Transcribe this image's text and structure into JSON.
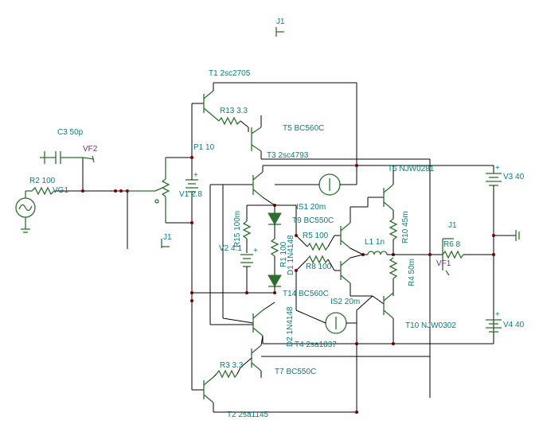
{
  "schematic": {
    "components": [
      {
        "id": "T1",
        "value": "2sc2705"
      },
      {
        "id": "R13",
        "value": "3.3"
      },
      {
        "id": "T5",
        "value": "BC560C"
      },
      {
        "id": "P1",
        "value": "10"
      },
      {
        "id": "T3",
        "value": "2sc4793"
      },
      {
        "id": "C3",
        "value": "50p"
      },
      {
        "id": "R2",
        "value": "100"
      },
      {
        "id": "V1",
        "value": "2.8"
      },
      {
        "id": "T6",
        "value": "NJW0281"
      },
      {
        "id": "V3",
        "value": "40"
      },
      {
        "id": "IS1",
        "value": "20m"
      },
      {
        "id": "T9",
        "value": "BC550C"
      },
      {
        "id": "R5",
        "value": "100"
      },
      {
        "id": "L1",
        "value": "1n"
      },
      {
        "id": "R10",
        "value": "45m"
      },
      {
        "id": "R15",
        "value": "100m"
      },
      {
        "id": "V2",
        "value": "4.1"
      },
      {
        "id": "R1",
        "value": "100"
      },
      {
        "id": "D1",
        "value": "1N4148"
      },
      {
        "id": "R8",
        "value": "100"
      },
      {
        "id": "R4",
        "value": "50m"
      },
      {
        "id": "R6",
        "value": "8"
      },
      {
        "id": "T14",
        "value": "BC560C"
      },
      {
        "id": "IS2",
        "value": "20m"
      },
      {
        "id": "D2",
        "value": "1N4148"
      },
      {
        "id": "T4",
        "value": "2sa1837"
      },
      {
        "id": "T10",
        "value": "NJW0302"
      },
      {
        "id": "V4",
        "value": "40"
      },
      {
        "id": "R3",
        "value": "3.3"
      },
      {
        "id": "T7",
        "value": "BC550C"
      },
      {
        "id": "T2",
        "value": "2sa1145"
      }
    ],
    "labels": {
      "j1_top": "J1",
      "t1": "T1 2sc2705",
      "r13": "R13 3.3",
      "t5": "T5 BC560C",
      "p1": "P1 10",
      "t3": "T3 2sc4793",
      "c3": "C3 50p",
      "vf2": "VF2",
      "r2": "R2 100",
      "vg1": "VG1",
      "v1": "V1 2.8",
      "t6": "T6 NJW0281",
      "v3": "V3 40",
      "is1": "IS1 20m",
      "t9": "T9 BC550C",
      "j1_right": "J1",
      "r5": "R5 100",
      "l1": "L1 1n",
      "r10": "R10 45m",
      "r6": "R6 8",
      "j1_mid": "J1",
      "r15": "R15 100m",
      "v2": "V2 4.1",
      "r1": "R1 100",
      "d1": "D1 1N4148",
      "r8": "R8 100",
      "r4": "R4 50m",
      "vf1": "VF1",
      "t14": "T14 BC560C",
      "is2": "IS2 20m",
      "d2": "D2 1N4148",
      "t4": "T4 2sa1837",
      "t10": "T10 NJW0302",
      "v4": "V4 40",
      "r3": "R3 3.3",
      "t7": "T7 BC550C",
      "t2": "T2 2sa1145",
      "plus": "+"
    }
  }
}
